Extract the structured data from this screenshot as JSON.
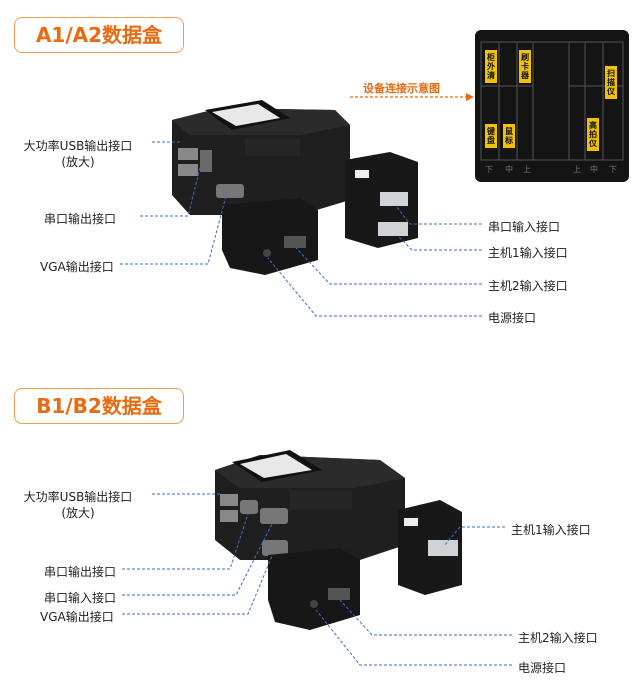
{
  "section_a": {
    "title": "A1/A2数据盒",
    "labels": {
      "usb_high_power": "大功率USB输出接口",
      "usb_note": "(放大)",
      "serial_out": "串口输出接口",
      "vga_out": "VGA输出接口",
      "serial_in": "串口输入接口",
      "host1_in": "主机1输入接口",
      "host2_in": "主机2输入接口",
      "power": "电源接口"
    },
    "connection_diagram": {
      "title": "设备连接示意图",
      "devices": [
        "柜外清",
        "刷卡器",
        "键盘",
        "鼠标",
        "高拍仪",
        "扫描仪"
      ],
      "ticks": [
        "下",
        "中",
        "上",
        "上",
        "中",
        "下"
      ]
    }
  },
  "section_b": {
    "title": "B1/B2数据盒",
    "labels": {
      "usb_high_power": "大功率USB输出接口",
      "usb_note": "(放大)",
      "serial_out": "串口输出接口",
      "serial_in": "串口输入接口",
      "vga_out": "VGA输出接口",
      "host1_in": "主机1输入接口",
      "host2_in": "主机2输入接口",
      "power": "电源接口"
    }
  },
  "colors": {
    "accent": "#ea6a12",
    "leader_line": "#3a6fc9",
    "device_body": "#1e1e1e",
    "device_label": "#f2c200"
  }
}
